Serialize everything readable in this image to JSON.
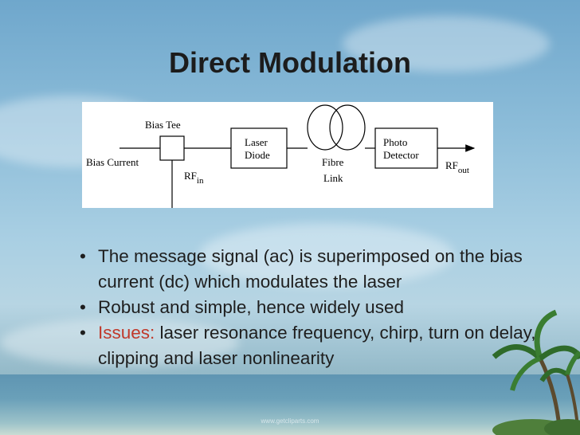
{
  "slide": {
    "title": "Direct Modulation",
    "diagram": {
      "bias_tee": "Bias Tee",
      "bias_current": "Bias Current",
      "rf_in_main": "RF",
      "rf_in_sub": "in",
      "laser_line1": "Laser",
      "laser_line2": "Diode",
      "fibre_line1": "Fibre",
      "fibre_line2": "Link",
      "photo_line1": "Photo",
      "photo_line2": "Detector",
      "rf_out_main": "RF",
      "rf_out_sub": "out"
    },
    "bullets": [
      {
        "text": "The message signal (ac) is superimposed on the bias current (dc) which modulates the laser"
      },
      {
        "text": "Robust and simple, hence widely used"
      },
      {
        "highlight": "Issues:",
        "text": " laser resonance frequency, chirp, turn on delay, clipping and laser nonlinearity"
      }
    ],
    "bullet_glyph": "•",
    "highlight_color": "#c0392b",
    "watermark": "www.getcliparts.com"
  }
}
